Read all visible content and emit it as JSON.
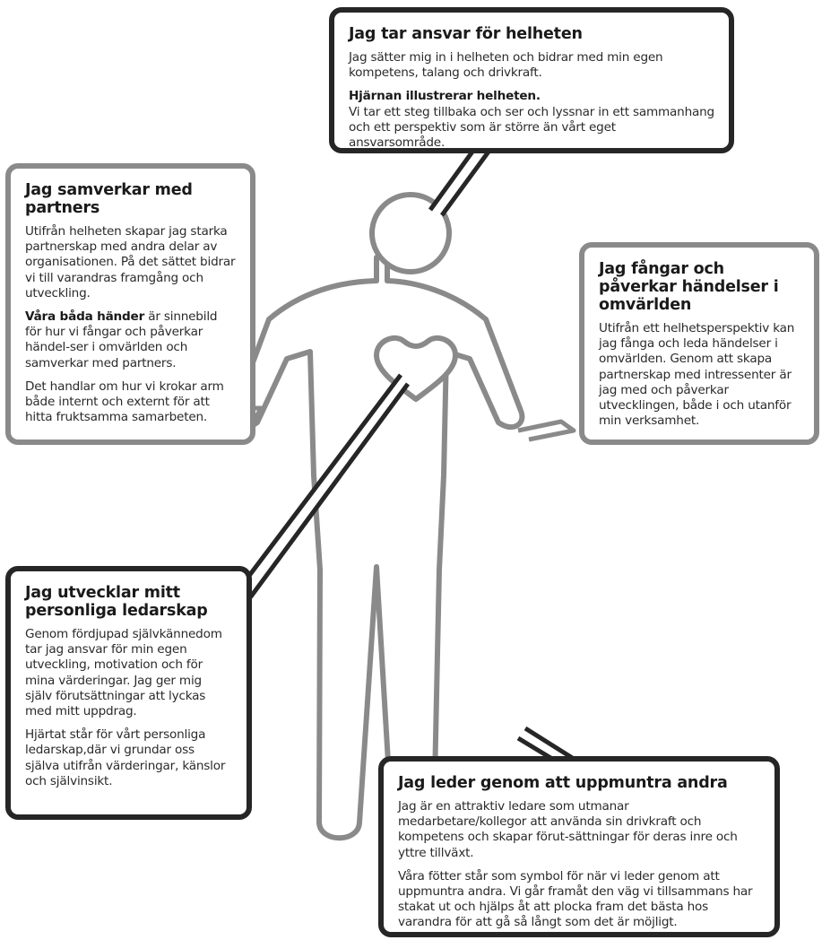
{
  "boxes": {
    "helhet": {
      "title": "Jag tar ansvar för helheten",
      "p1": "Jag sätter mig in i helheten och bidrar med min egen kompetens, talang och drivkraft.",
      "p2_bold": "Hjärnan illustrerar helheten.",
      "p2_text": "Vi tar ett steg tillbaka och ser och lyssnar in ett sammanhang och ett perspektiv som är större än vårt eget ansvarsområde."
    },
    "partners": {
      "title": "Jag samverkar med partners",
      "p1": "Utifrån helheten skapar jag starka partnerskap med andra delar av organisationen. På det sättet bidrar vi till varandras framgång och utveckling.",
      "p2_bold": "Våra båda händer",
      "p2_text": " är sinnebild för hur vi fångar och påverkar händel-ser i omvärlden och samverkar med partners.",
      "p3": "Det handlar om hur vi krokar arm både internt och externt för att hitta fruktsamma samarbeten."
    },
    "omvarlden": {
      "title": "Jag fångar och påverkar händelser i omvärlden",
      "p1": "Utifrån ett helhetsperspektiv kan jag fånga och leda händelser i omvärlden. Genom att skapa partnerskap med intressenter är jag med och påverkar utvecklingen, både i och utanför min verksamhet."
    },
    "ledarskap": {
      "title": "Jag utvecklar mitt personliga ledarskap",
      "p1": "Genom fördjupad självkännedom tar jag ansvar för min egen utveckling, motivation och för mina värderingar. Jag ger mig själv förutsättningar att lyckas med mitt uppdrag.",
      "p2": "Hjärtat står för vårt personliga ledarskap,där vi grundar oss själva utifrån värderingar, känslor och självinsikt."
    },
    "uppmuntra": {
      "title": "Jag leder genom att uppmuntra andra",
      "p1": "Jag är en attraktiv ledare som utmanar medarbetare/kollegor att använda sin drivkraft och kompetens och skapar förut-sättningar för deras inre och yttre tillväxt.",
      "p2": "Våra fötter står som symbol för när vi leder genom att uppmuntra andra. Vi går framåt den väg vi tillsammans har stakat ut och hjälps åt att plocka fram det bästa hos varandra för att gå så långt som det är möjligt."
    }
  },
  "colors": {
    "dark_stroke": "#262626",
    "grey_stroke": "#8a8a8a",
    "figure_stroke": "#8a8a8a",
    "background": "#ffffff"
  }
}
